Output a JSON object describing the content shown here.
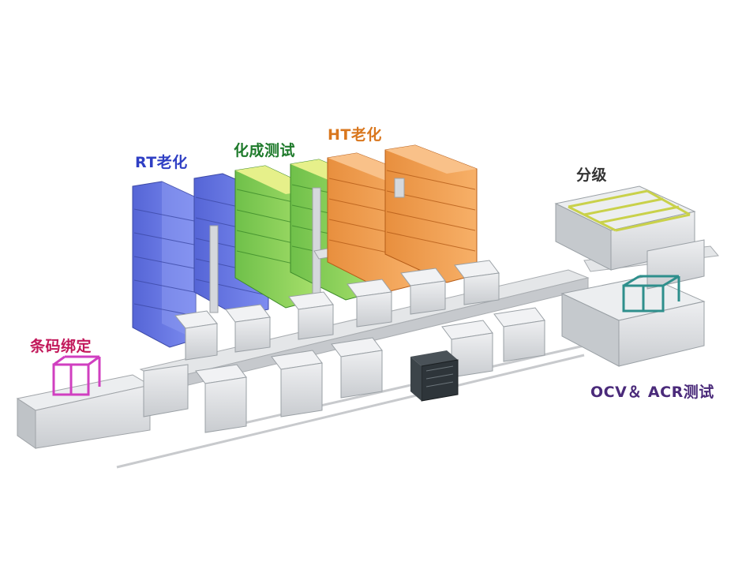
{
  "labels": {
    "rt_aging": "RT老化",
    "formation_test": "化成测试",
    "ht_aging": "HT老化",
    "grading": "分级",
    "barcode_binding": "条码绑定",
    "ocv_acr_test": "OCV＆ ACR测试"
  },
  "colors": {
    "rt_aging": "#2f3fc4",
    "formation_test": "#1e7a2b",
    "ht_aging": "#d9771e",
    "grading": "#333333",
    "barcode_binding": "#c2185b",
    "ocv_acr_test": "#4a2a7a",
    "rack_blue": "#6f7fe0",
    "rack_green": "#8fd35a",
    "rack_orange": "#f2a054",
    "conveyor": "#d9dcdf",
    "frame_yellow": "#c9d14a",
    "frame_teal": "#2e8f8c",
    "frame_magenta": "#c24fb6"
  }
}
